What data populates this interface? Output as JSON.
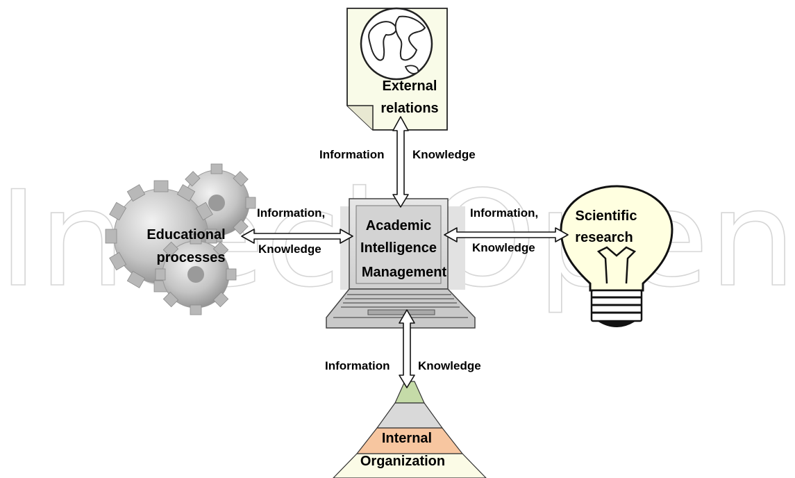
{
  "watermark": "IntechOpen",
  "nodes": {
    "center": {
      "lines": [
        "Academic",
        "Intelligence",
        "Management"
      ]
    },
    "top": {
      "lines": [
        "External",
        "relations"
      ]
    },
    "left": {
      "lines": [
        "Educational",
        "processes"
      ]
    },
    "right": {
      "lines": [
        "Scientific",
        "research"
      ]
    },
    "bottom": {
      "lines": [
        "Internal",
        "Organization"
      ]
    }
  },
  "edges": {
    "top": {
      "left_label": "Information",
      "right_label": "Knowledge"
    },
    "left": {
      "upper_label": "Information,",
      "lower_label": "Knowledge"
    },
    "right": {
      "upper_label": "Information,",
      "lower_label": "Knowledge"
    },
    "bottom": {
      "left_label": "Information",
      "right_label": "Knowledge"
    }
  },
  "colors": {
    "pyramid_top": "#c5dba8",
    "pyramid_mid": "#d9d9d9",
    "pyramid_band": "#f7c6a0",
    "pyramid_base": "#fbfbe6",
    "bulb_fill": "#ffffe0",
    "page_fill": "#f9fbe8",
    "laptop_gray": "#c9c9c9"
  }
}
